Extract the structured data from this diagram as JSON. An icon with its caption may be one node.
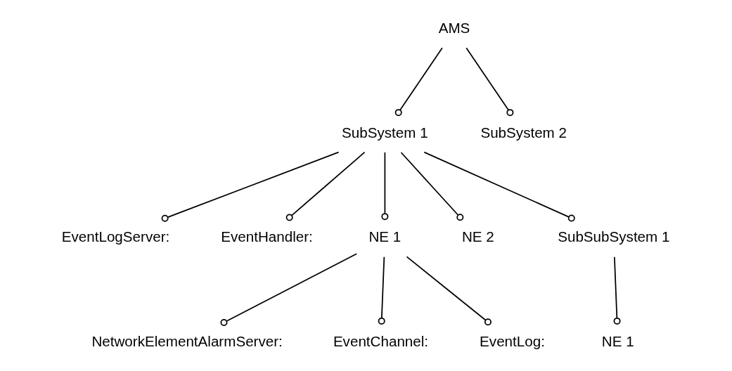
{
  "diagram": {
    "nodes": [
      {
        "text": [
          "AMS"
        ]
      },
      {
        "text": [
          "SubSystem 1"
        ]
      },
      {
        "text": [
          "SubSystem 2"
        ]
      },
      {
        "text": [
          "EventLogServer:"
        ]
      },
      {
        "text": [
          "EventHandler:"
        ]
      },
      {
        "text": [
          "NE 1"
        ]
      },
      {
        "text": [
          "NE 2"
        ]
      },
      {
        "text": [
          "SubSubSystem 1"
        ]
      },
      {
        "text": [
          "NetworkElementAlarmServer:"
        ]
      },
      {
        "text": [
          "EventChannel:"
        ]
      },
      {
        "text": [
          "EventLog:"
        ]
      },
      {
        "text": [
          "NE 1"
        ]
      }
    ],
    "edges": [
      {
        "from": 0,
        "to": 1,
        "arrow": "other"
      },
      {
        "from": 0,
        "to": 2,
        "arrow": "other"
      },
      {
        "from": 1,
        "to": 3,
        "arrow": "other"
      },
      {
        "from": 1,
        "to": 4,
        "arrow": "other"
      },
      {
        "from": 1,
        "to": 5,
        "arrow": "other"
      },
      {
        "from": 1,
        "to": 6,
        "arrow": "other"
      },
      {
        "from": 1,
        "to": 7,
        "arrow": "other"
      },
      {
        "from": 5,
        "to": 8,
        "arrow": "other"
      },
      {
        "from": 5,
        "to": 9,
        "arrow": "other"
      },
      {
        "from": 5,
        "to": 10,
        "arrow": "other"
      },
      {
        "from": 7,
        "to": 11,
        "arrow": "other"
      }
    ]
  }
}
